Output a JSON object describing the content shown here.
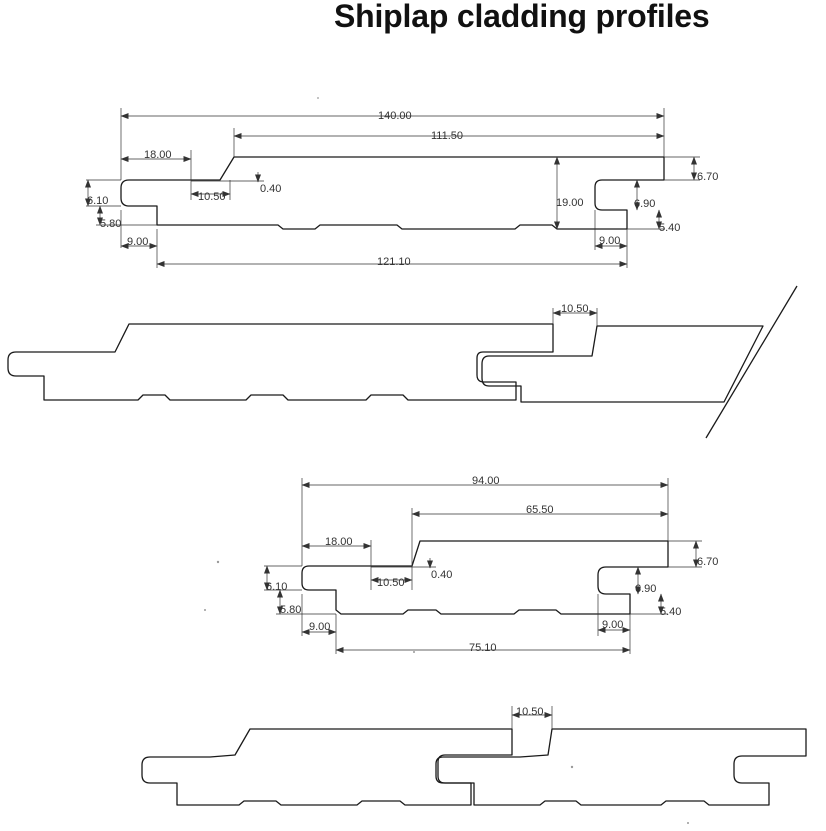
{
  "title": "Shiplap cladding profiles",
  "profile_wide": {
    "overall_width": "140.00",
    "face_width": "111.50",
    "tongue_width": "18.00",
    "rebate_width": "10.50",
    "chamfer": "0.40",
    "tongue_thickness": "6.10",
    "lower_lip": "5.80",
    "lower_step_left": "9.00",
    "thickness": "19.00",
    "top_lip": "6.70",
    "groove_height": "6.90",
    "groove_lip": "5.40",
    "lower_step_right": "9.00",
    "back_width": "121.10"
  },
  "assembly_wide": {
    "overlap_gap": "10.50"
  },
  "profile_narrow": {
    "overall_width": "94.00",
    "face_width": "65.50",
    "tongue_width": "18.00",
    "rebate_width": "10.50",
    "chamfer": "0.40",
    "tongue_thickness": "6.10",
    "lower_lip": "5.80",
    "lower_step_left": "9.00",
    "top_lip": "6.70",
    "groove_height": "6.90",
    "groove_lip": "5.40",
    "lower_step_right": "9.00",
    "back_width": "75.10"
  },
  "assembly_narrow": {
    "overlap_gap": "10.50"
  }
}
